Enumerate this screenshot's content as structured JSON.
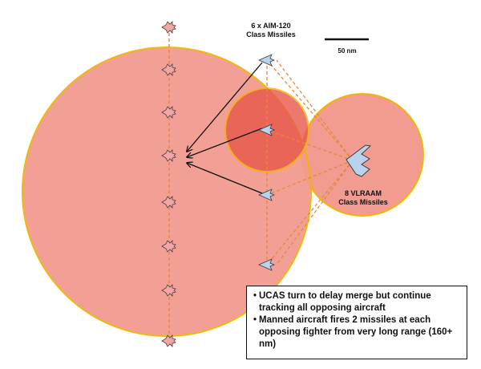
{
  "labels": {
    "aim_line1": "6 x AIM-120",
    "aim_line2": "Class Missiles",
    "vlraam_line1": "8 VLRAAM",
    "vlraam_line2": "Class Missiles",
    "scale": "50 nm"
  },
  "notes": [
    "UCAS turn to delay merge but continue tracking all opposing aircraft",
    "Manned aircraft fires 2 missiles at each opposing fighter from very long range (160+ nm)"
  ],
  "colors": {
    "zone_fill": "#f08a7e",
    "zone_border": "#f2b400",
    "core_fill": "#e8574a",
    "enemy_fill": "#f3a6a6",
    "friendly_fill": "#b9d3ef",
    "dash": "#e8863a"
  },
  "icons": {
    "enemy": "enemy-fighter-icon",
    "ucas": "ucas-icon",
    "manned": "manned-aircraft-icon"
  }
}
